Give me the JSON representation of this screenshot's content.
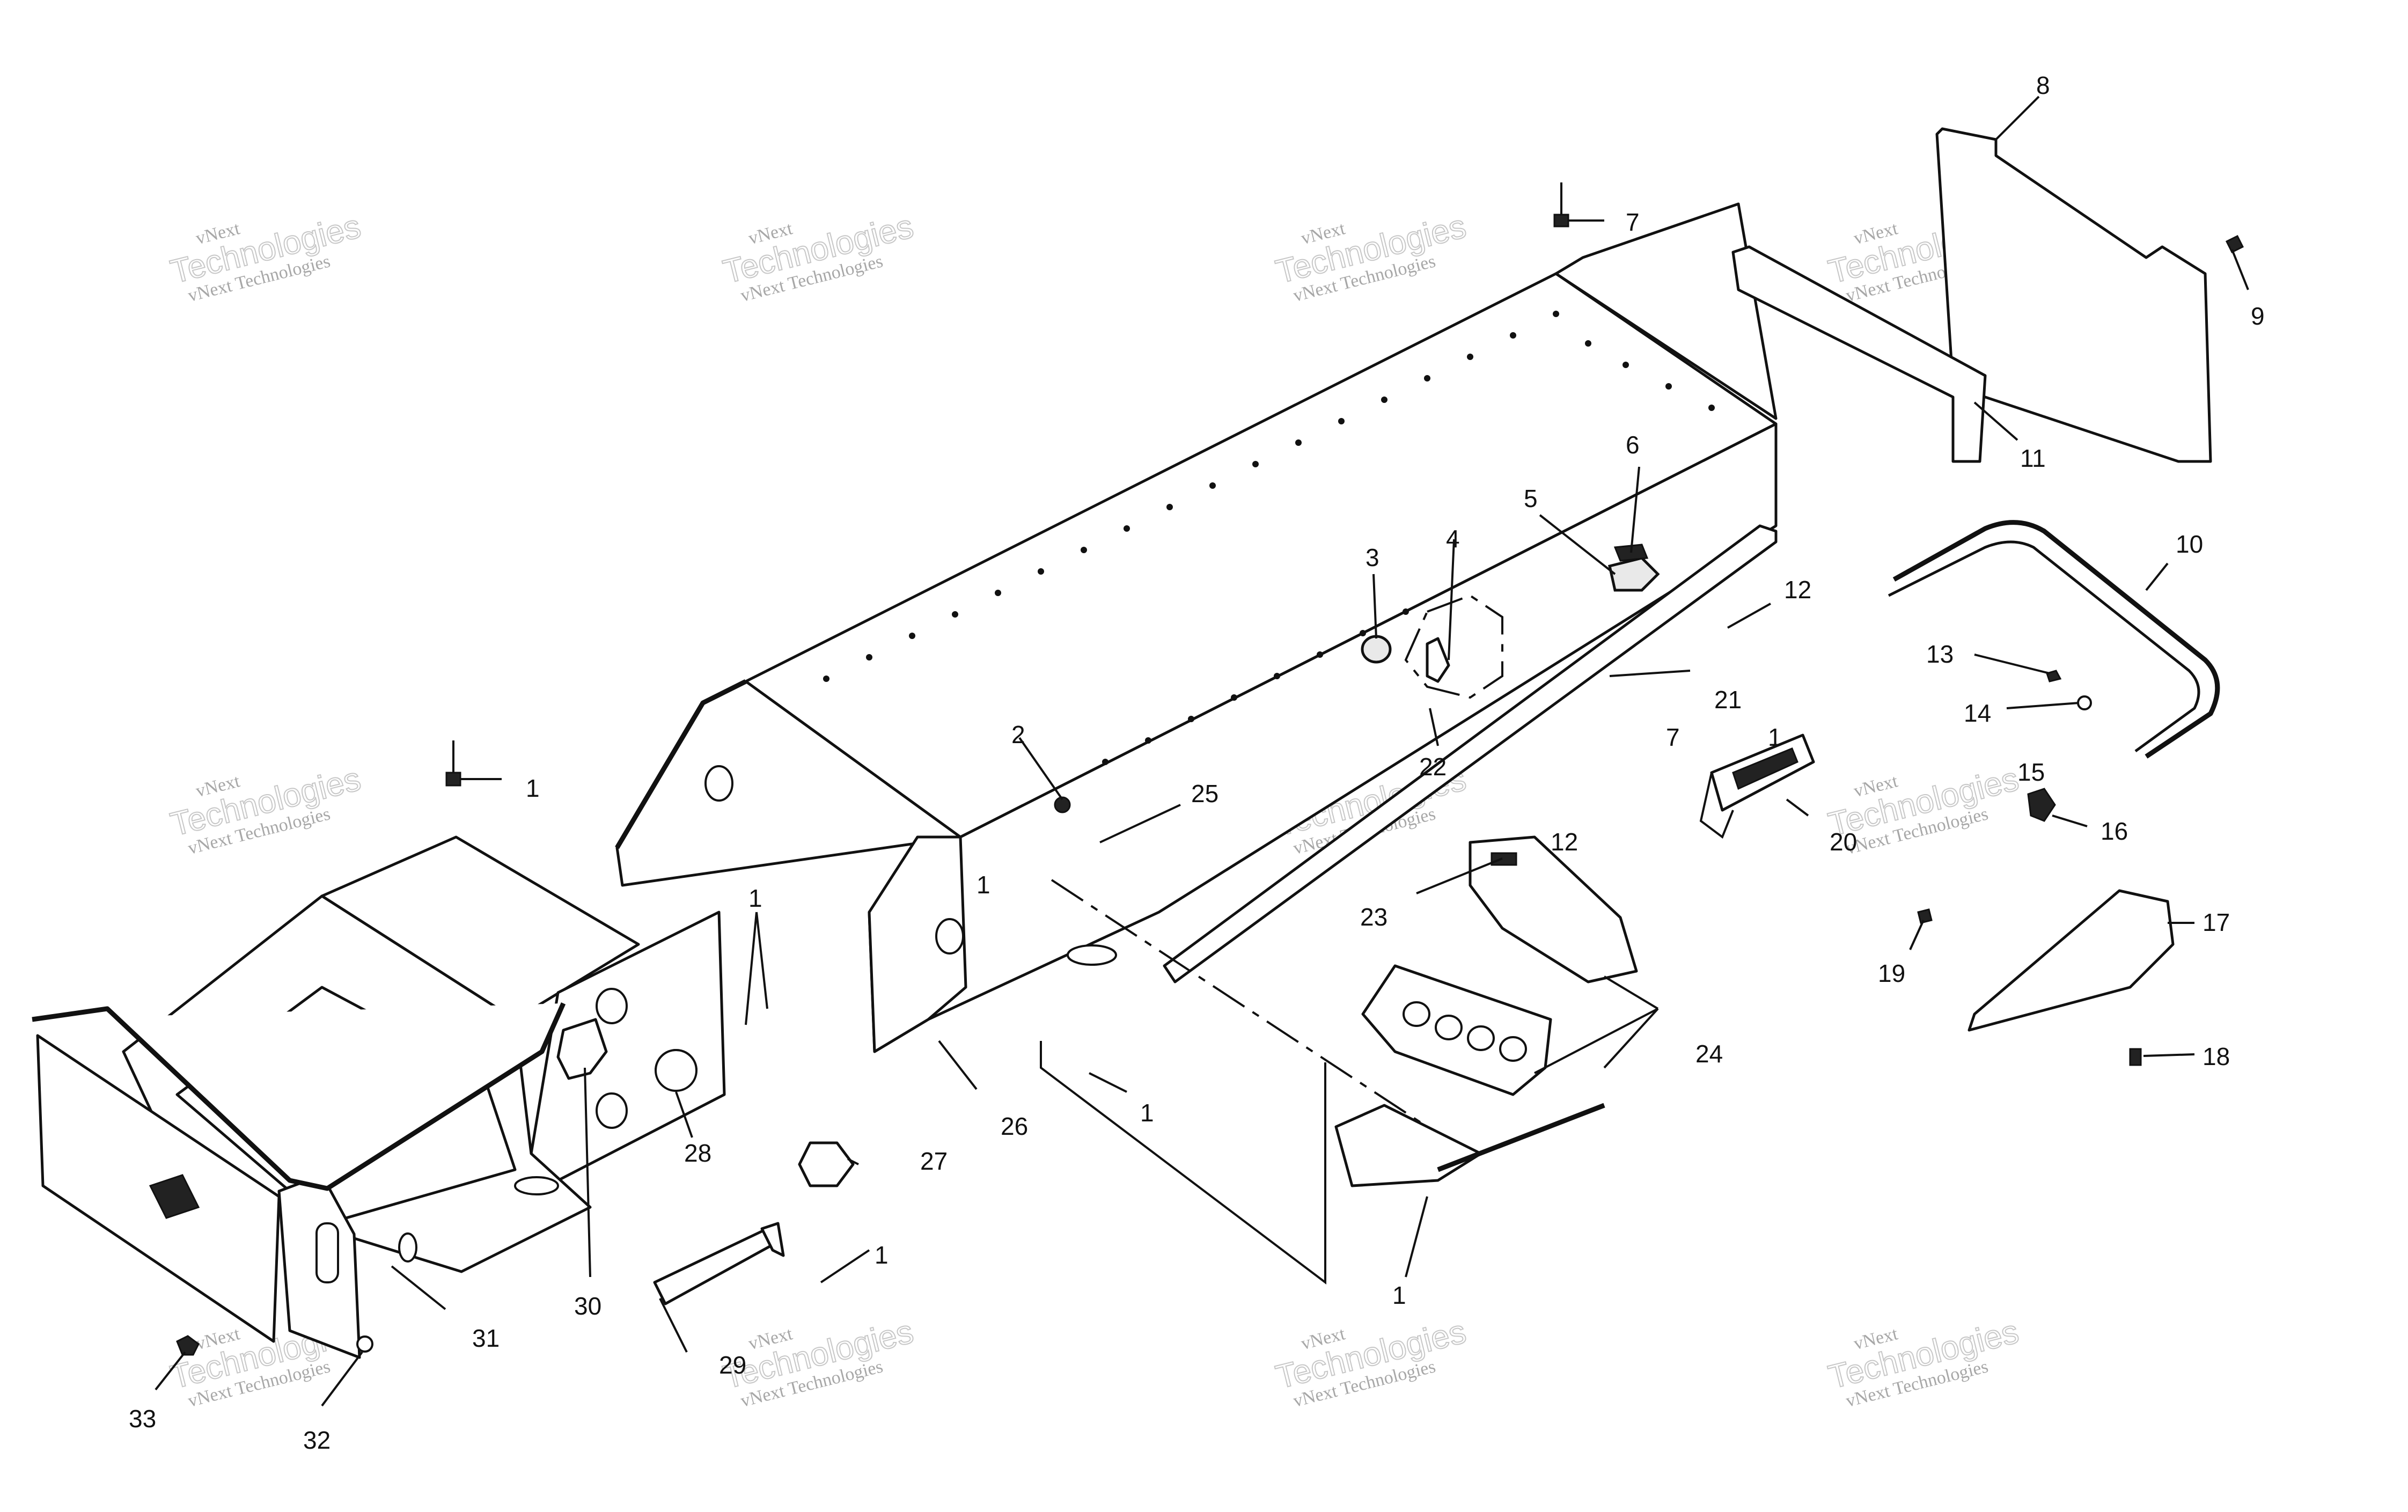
{
  "watermark": {
    "line1": "vNext",
    "line2": "Technologies",
    "line3": "vNext Technologies"
  },
  "callouts": {
    "c1a": "1",
    "c1b": "1",
    "c1c": "1",
    "c1d": "1",
    "c1e": "1",
    "c1f": "1",
    "c1g": "1",
    "c2": "2",
    "c3": "3",
    "c4": "4",
    "c5": "5",
    "c6": "6",
    "c7a": "7",
    "c7b": "7",
    "c8": "8",
    "c9": "9",
    "c10": "10",
    "c11": "11",
    "c12a": "12",
    "c12b": "12",
    "c13": "13",
    "c14": "14",
    "c15": "15",
    "c16": "16",
    "c17": "17",
    "c18": "18",
    "c19": "19",
    "c20": "20",
    "c21": "21",
    "c22": "22",
    "c23": "23",
    "c24": "24",
    "c25": "25",
    "c26": "26",
    "c27": "27",
    "c28": "28",
    "c29": "29",
    "c30": "30",
    "c31": "31",
    "c32": "32",
    "c33": "33"
  }
}
